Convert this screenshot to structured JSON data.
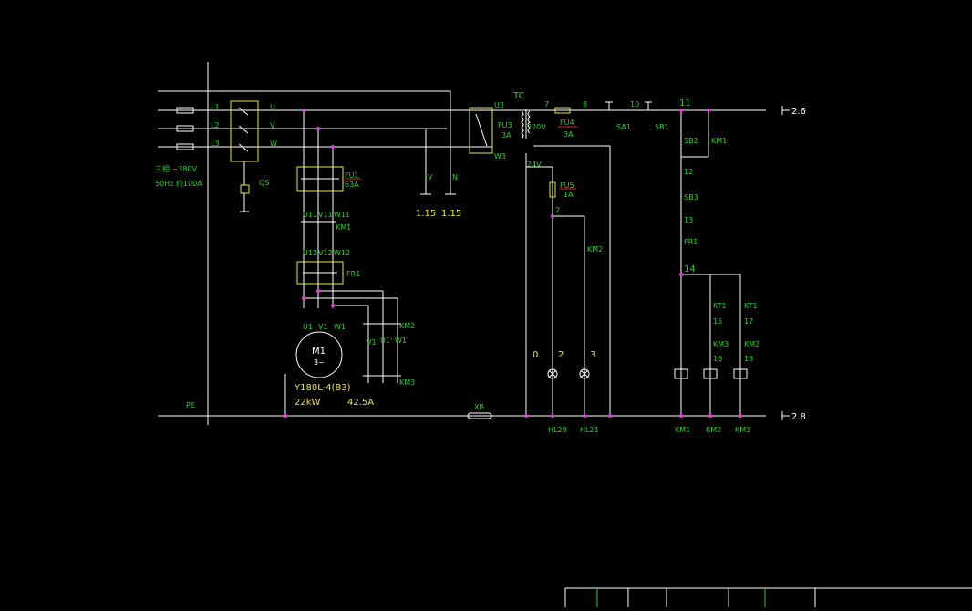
{
  "colors": {
    "wire": "#ffffff",
    "component": "#e6e64a",
    "label": "#2fd02f",
    "node": "#e040e0",
    "accent": "#e02020",
    "background": "#000000"
  },
  "phases": [
    "L1",
    "L2",
    "L3"
  ],
  "bus_labels": [
    "U",
    "V",
    "W"
  ],
  "supply_note": [
    "三相 ~380V",
    "50Hz 约100A"
  ],
  "qs": "QS",
  "fu1": {
    "name": "FU1",
    "rating": "63A"
  },
  "mid_terms": [
    "U11",
    "V11",
    "W11"
  ],
  "km1_main": "KM1",
  "lower_terms": [
    "U12",
    "V12",
    "W12"
  ],
  "fr1": "FR1",
  "motor_terms": [
    "U1",
    "V1",
    "W1"
  ],
  "prime_terms": [
    "V1'",
    "U1'",
    "W1'"
  ],
  "km2_main": "KM2",
  "km3_main": "KM3",
  "motor": {
    "name": "M1",
    "symbol": "3~",
    "model": "Y180L-4(B3)",
    "power": "22kW",
    "current": "42.5A"
  },
  "pe": "PE",
  "xb": "XB",
  "sockets": [
    {
      "wire": "V",
      "rating": "1.15"
    },
    {
      "wire": "N",
      "rating": "1.15"
    }
  ],
  "transformer": {
    "name": "TC",
    "term_in": "U3",
    "term_out": "W3",
    "fuse": "FU3",
    "fuse_rating": "3A",
    "out_220": "220V",
    "out_24": "24V"
  },
  "fu4": {
    "name": "FU4",
    "rating": "3A"
  },
  "fu5": {
    "name": "FU5",
    "rating": "1A"
  },
  "wire_numbers": {
    "n7": "7",
    "n8": "8",
    "n10": "10",
    "n11": "11",
    "n12": "12",
    "n13": "13",
    "n14": "14",
    "n15": "15",
    "n16": "16",
    "n17": "17",
    "n18": "18",
    "n0": "0",
    "n2": "2",
    "n3": "3",
    "nZ": "2"
  },
  "control_labels": {
    "sa1": "SA1",
    "sb1": "SB1",
    "sb2": "SB2",
    "km1_hold": "KM1",
    "sb3": "SB3",
    "fr1": "FR1",
    "kt1a": "KT1",
    "kt1b": "KT1",
    "km3_il": "KM3",
    "km2_il": "KM2",
    "km2_lamp": "KM2"
  },
  "lamps": [
    "HL20",
    "HL21"
  ],
  "coils": [
    "KM1",
    "KM2",
    "KM3"
  ],
  "sheet_refs": {
    "top": "2.6",
    "bottom": "2.8"
  }
}
